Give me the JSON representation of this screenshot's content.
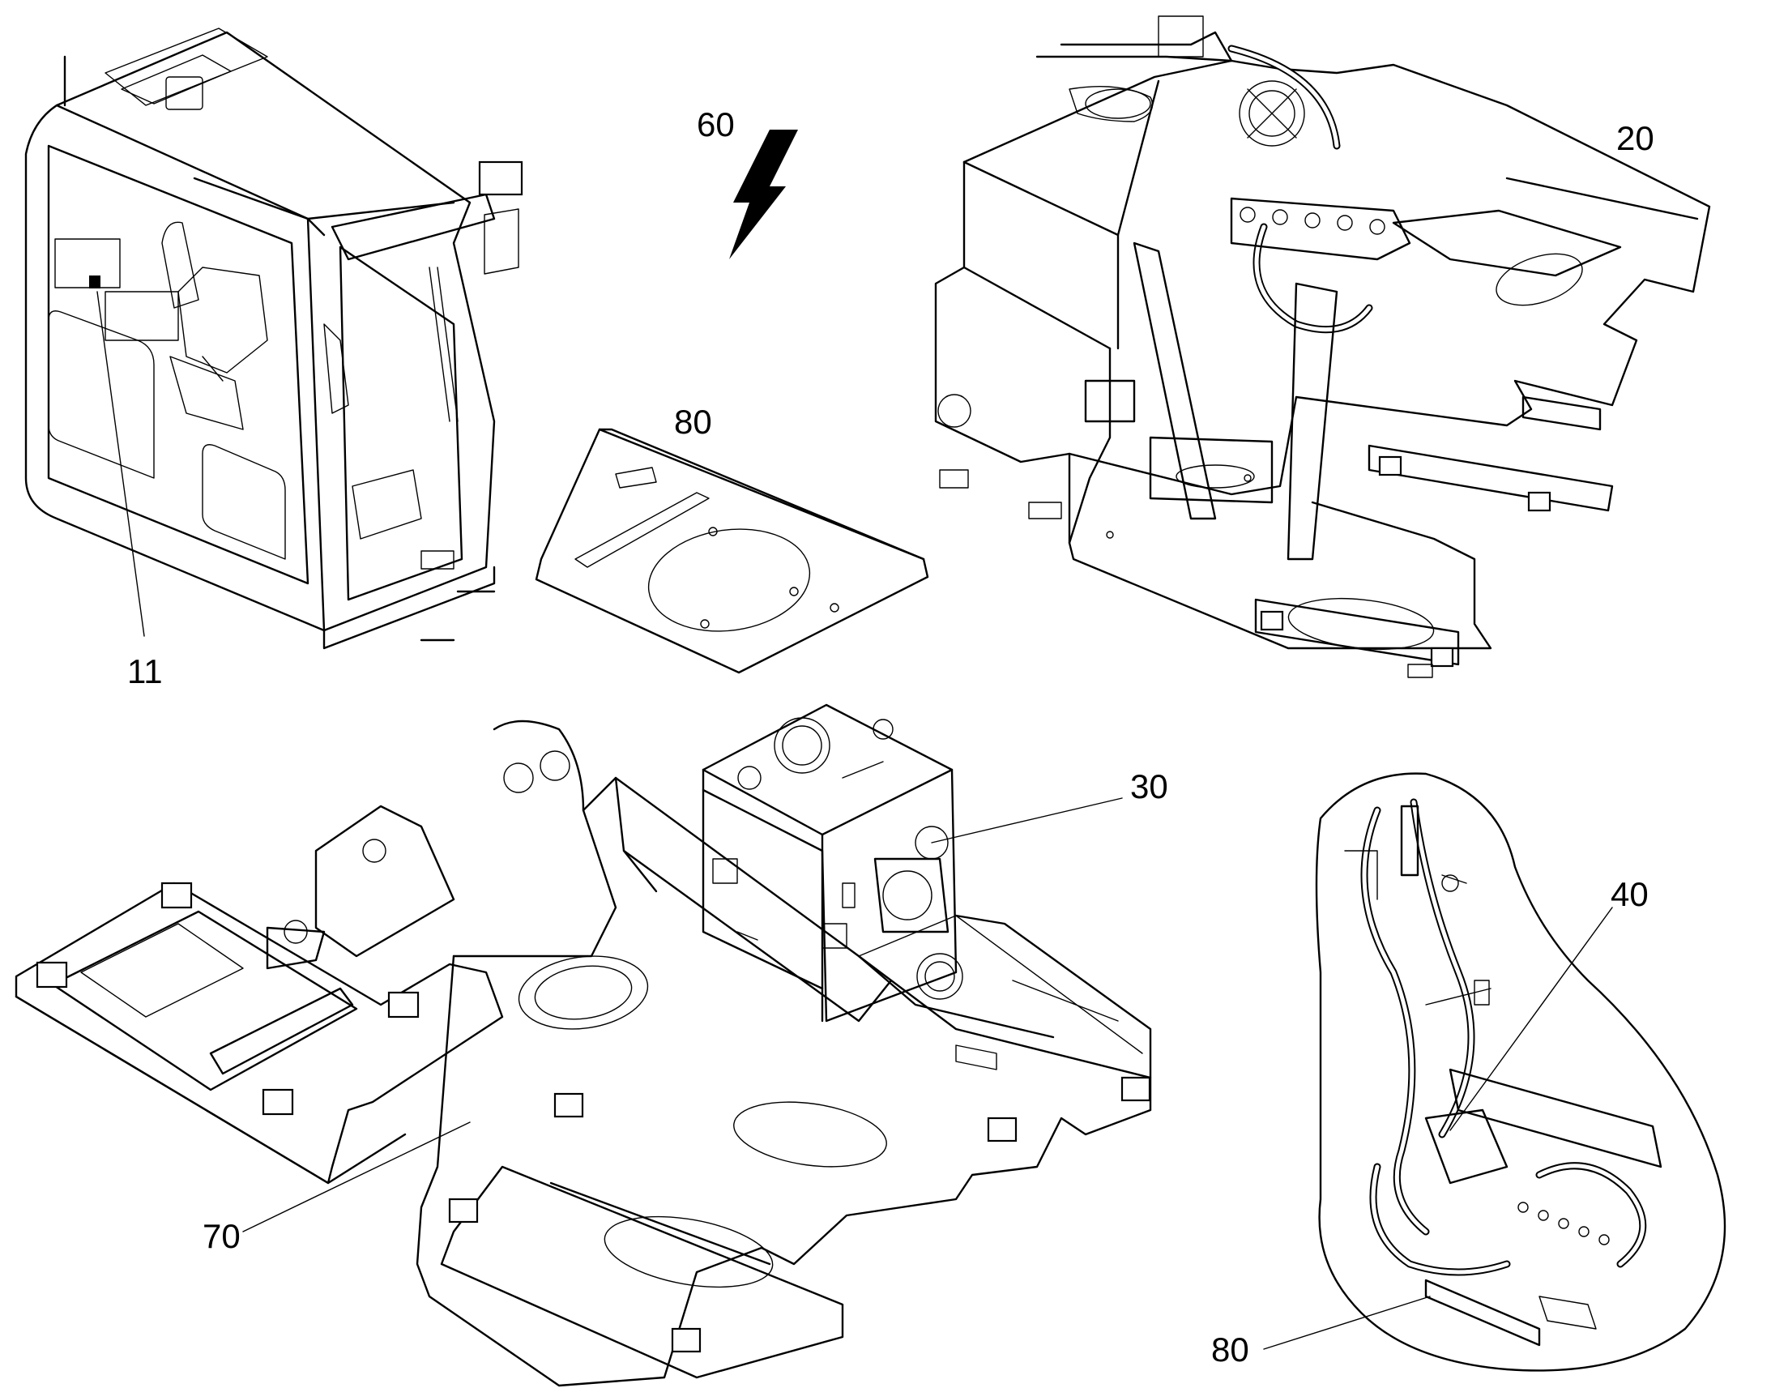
{
  "callouts": {
    "cab": "11",
    "upper_frame_assembly": "20",
    "hydraulic_tank": "30",
    "hose_detail": "40",
    "electrical": "60",
    "lower_frame": "70",
    "floor_plate": "80",
    "detail_plate": "80"
  },
  "icons": {
    "electrical": "lightning-bolt-icon"
  }
}
